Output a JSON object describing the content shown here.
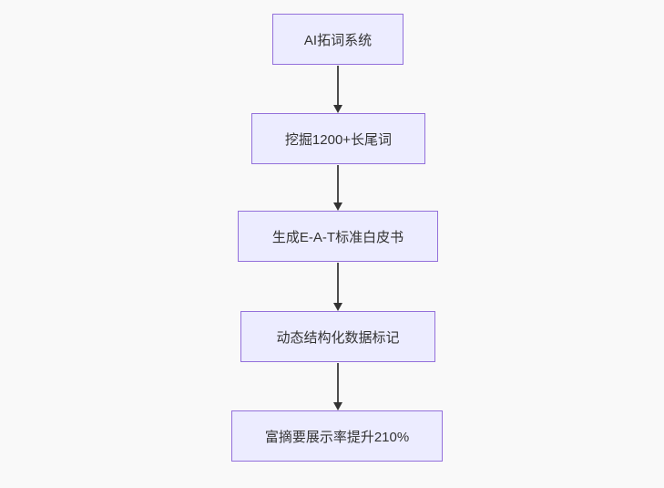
{
  "flowchart": {
    "type": "flowchart-vertical",
    "direction": "top-down",
    "nodes": [
      {
        "label": "AI拓词系统"
      },
      {
        "label": "挖掘1200+长尾词"
      },
      {
        "label": "生成E-A-T标准白皮书"
      },
      {
        "label": "动态结构化数据标记"
      },
      {
        "label": "富摘要展示率提升210%"
      }
    ],
    "edges": [
      {
        "from": 0,
        "to": 1,
        "arrow": "down"
      },
      {
        "from": 1,
        "to": 2,
        "arrow": "down"
      },
      {
        "from": 2,
        "to": 3,
        "arrow": "down"
      },
      {
        "from": 3,
        "to": 4,
        "arrow": "down"
      }
    ],
    "colors": {
      "node_fill": "#ececff",
      "node_border": "#9370db",
      "node_text": "#333333",
      "edge_line": "#4d4d4d",
      "edge_arrowhead": "#333333",
      "background": "#f9f9f9"
    }
  }
}
